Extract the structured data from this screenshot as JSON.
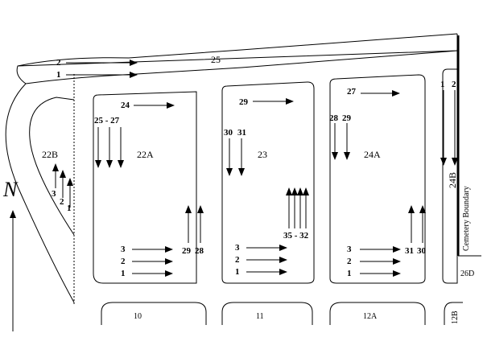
{
  "map": {
    "north_label": "N",
    "road_label": "25",
    "road_rows": [
      "2",
      "1"
    ],
    "right_strip_rows": [
      "1",
      "2"
    ],
    "boundary_label": "Cemetery Boundary",
    "sections": {
      "s22B": {
        "name": "22B",
        "rows": [
          "3",
          "2",
          "1"
        ]
      },
      "s22A": {
        "name": "22A",
        "rows_top": "24",
        "rows_group": "25 - 27",
        "rows_bottom": [
          "3",
          "2",
          "1"
        ],
        "rows_right": [
          "29",
          "28"
        ]
      },
      "s23": {
        "name": "23",
        "rows_top": "29",
        "rows_left": [
          "30",
          "31"
        ],
        "rows_group": "35 - 32",
        "rows_bottom": [
          "3",
          "2",
          "1"
        ]
      },
      "s24A": {
        "name": "24A",
        "rows_top": "27",
        "rows_left": [
          "28",
          "29"
        ],
        "rows_bottom": [
          "3",
          "2",
          "1"
        ],
        "rows_right": [
          "31",
          "30"
        ]
      },
      "s24B": {
        "name": "24B"
      },
      "s26D": {
        "name": "26D"
      },
      "s10": {
        "name": "10"
      },
      "s11": {
        "name": "11"
      },
      "s12A": {
        "name": "12A"
      },
      "s12B": {
        "name": "12B"
      }
    }
  }
}
